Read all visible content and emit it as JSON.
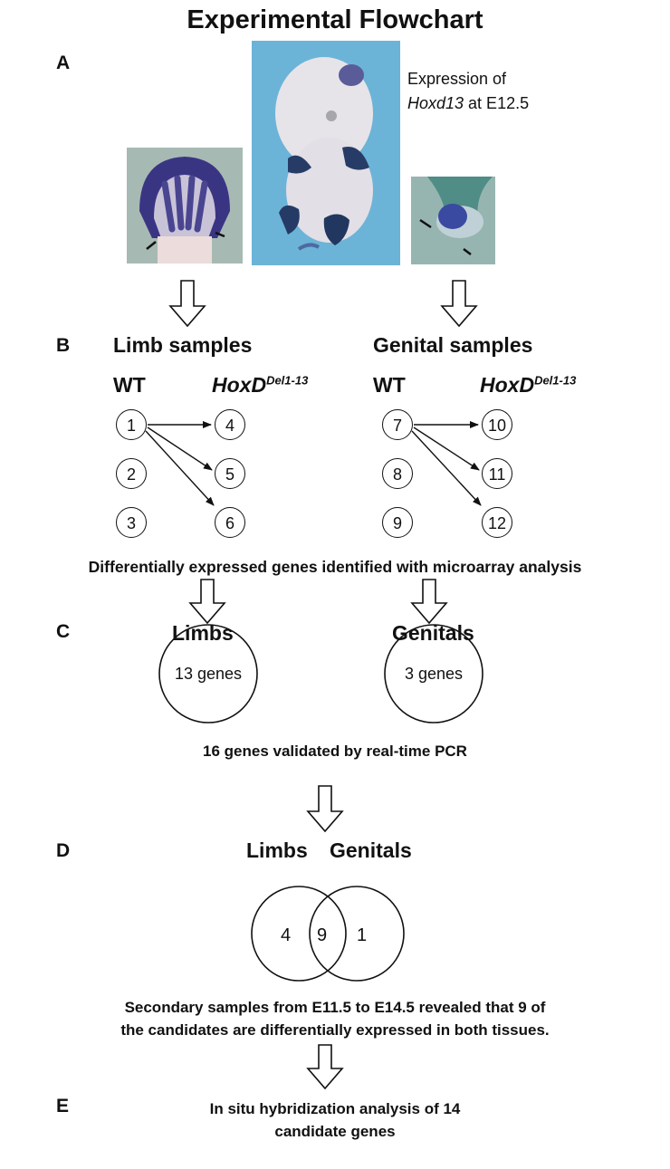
{
  "title": "Experimental Flowchart",
  "section_a": {
    "label": "A",
    "caption_line1": "Expression of",
    "caption_gene": "Hoxd13",
    "caption_stage": " at E12.5"
  },
  "section_b": {
    "label": "B",
    "limb_title": "Limb samples",
    "genital_title": "Genital samples",
    "wt_label": "WT",
    "mutant_base": "HoxD",
    "mutant_sup": "Del1-13",
    "limb_wt": [
      "1",
      "2",
      "3"
    ],
    "limb_mut": [
      "4",
      "5",
      "6"
    ],
    "gen_wt": [
      "7",
      "8",
      "9"
    ],
    "gen_mut": [
      "10",
      "11",
      "12"
    ],
    "caption": "Differentially expressed genes identified with microarray analysis"
  },
  "section_c": {
    "label": "C",
    "limbs_title": "Limbs",
    "genitals_title": "Genitals",
    "limbs_count": "13 genes",
    "genitals_count": "3 genes",
    "caption": "16 genes validated by real-time PCR"
  },
  "section_d": {
    "label": "D",
    "limbs_title": "Limbs",
    "genitals_title": "Genitals",
    "limbs_only": "4",
    "overlap": "9",
    "genitals_only": "1",
    "caption_line1": "Secondary samples from E11.5 to E14.5 revealed that 9 of",
    "caption_line2": "the candidates are differentially expressed in both tissues."
  },
  "section_e": {
    "label": "E",
    "caption_line1": "In situ hybridization analysis of 14",
    "caption_line2": "candidate genes"
  },
  "colors": {
    "stain": "#2a2a7a",
    "bg_blue": "#6fb4d6",
    "photo_bg": "#9ab3ae"
  }
}
